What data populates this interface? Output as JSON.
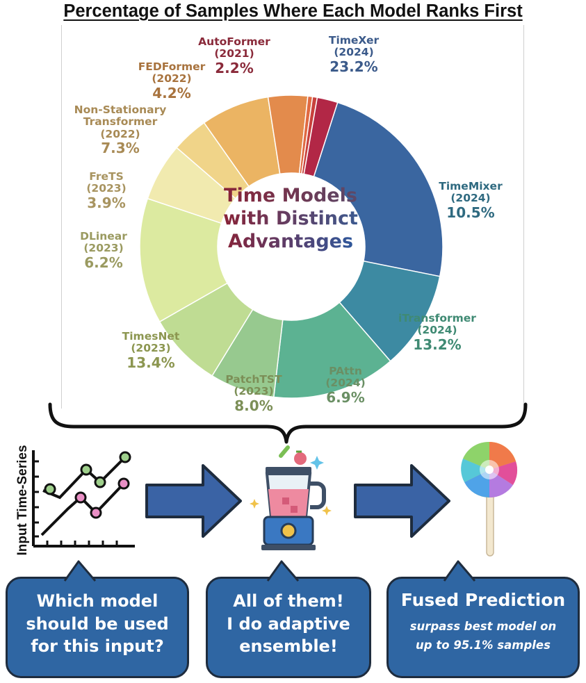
{
  "chart_data": {
    "type": "pie",
    "title": "Percentage of Samples Where Each Model Ranks First",
    "center_text": [
      "Time Models",
      "with Distinct",
      "Advantages"
    ],
    "slices": [
      {
        "name": "TimeXer",
        "year": "(2024)",
        "value": 23.2,
        "label": "23.2%",
        "color": "#3a66a0"
      },
      {
        "name": "TimeMixer",
        "year": "(2024)",
        "value": 10.5,
        "label": "10.5%",
        "color": "#3d8aa2"
      },
      {
        "name": "iTransformer",
        "year": "(2024)",
        "value": 13.2,
        "label": "13.2%",
        "color": "#5cb292"
      },
      {
        "name": "PAttn",
        "year": "(2024)",
        "value": 6.9,
        "label": "6.9%",
        "color": "#97c98f"
      },
      {
        "name": "PatchTST",
        "year": "(2023)",
        "value": 8.0,
        "label": "8.0%",
        "color": "#bfdc93"
      },
      {
        "name": "TimesNet",
        "year": "(2023)",
        "value": 13.4,
        "label": "13.4%",
        "color": "#dceaa0"
      },
      {
        "name": "DLinear",
        "year": "(2023)",
        "value": 6.2,
        "label": "6.2%",
        "color": "#f1eaaf"
      },
      {
        "name": "FreTS",
        "year": "(2023)",
        "value": 3.9,
        "label": "3.9%",
        "color": "#f0d489"
      },
      {
        "name": "Non-Stationary Transformer",
        "year": "(2022)",
        "value": 7.3,
        "label": "7.3%",
        "color": "#ebb463"
      },
      {
        "name": "FEDFormer",
        "year": "(2022)",
        "value": 4.2,
        "label": "4.2%",
        "color": "#e38b4c"
      },
      {
        "name": "",
        "year": "",
        "value": 0.5,
        "label": "",
        "color": "#e06a42"
      },
      {
        "name": "",
        "year": "",
        "value": 0.5,
        "label": "",
        "color": "#c8413c"
      },
      {
        "name": "AutoFormer",
        "year": "(2021)",
        "value": 2.2,
        "label": "2.2%",
        "color": "#b22746"
      }
    ]
  },
  "labels": {
    "timexer": {
      "name": "TimeXer",
      "year": "(2024)",
      "pct": "23.2%",
      "color": "#3b5a8a"
    },
    "timemixer": {
      "name": "TimeMixer",
      "year": "(2024)",
      "pct": "10.5%",
      "color": "#2f6a80"
    },
    "itransformer": {
      "name": "iTransformer",
      "year": "(2024)",
      "pct": "13.2%",
      "color": "#3f8a73"
    },
    "pattn": {
      "name": "PAttn",
      "year": "(2024)",
      "pct": "6.9%",
      "color": "#6a8f64"
    },
    "patchtst": {
      "name": "PatchTST",
      "year": "(2023)",
      "pct": "8.0%",
      "color": "#7c8f57"
    },
    "timesnet": {
      "name": "TimesNet",
      "year": "(2023)",
      "pct": "13.4%",
      "color": "#8c9650"
    },
    "dlinear": {
      "name": "DLinear",
      "year": "(2023)",
      "pct": "6.2%",
      "color": "#9a9a60"
    },
    "frets": {
      "name": "FreTS",
      "year": "(2023)",
      "pct": "3.9%",
      "color": "#a89460"
    },
    "nonstationary": {
      "name1": "Non-Stationary",
      "name2": "Transformer",
      "year": "(2022)",
      "pct": "7.3%",
      "color": "#a88a55"
    },
    "fedformer": {
      "name": "FEDFormer",
      "year": "(2022)",
      "pct": "4.2%",
      "color": "#a8733e"
    },
    "autoformer": {
      "name": "AutoFormer",
      "year": "(2021)",
      "pct": "2.2%",
      "color": "#8a2a3a"
    }
  },
  "center_colors": [
    "#8a2236",
    "#4a5a70",
    "#3a5aa0"
  ],
  "axis_label": "Input Time-Series",
  "bubbles": {
    "left": {
      "line1": "Which model",
      "line2": "should be used",
      "line3": "for this input?"
    },
    "middle": {
      "line1": "All of them!",
      "line2": "I do adaptive",
      "line3": "ensemble!"
    },
    "right": {
      "title": "Fused Prediction",
      "sub1": "surpass best model on",
      "sub2": "up to 95.1% samples"
    }
  },
  "icons": [
    "time-series-chart-icon",
    "arrow-right-icon",
    "blender-icon",
    "arrow-right-icon",
    "lollipop-icon"
  ]
}
